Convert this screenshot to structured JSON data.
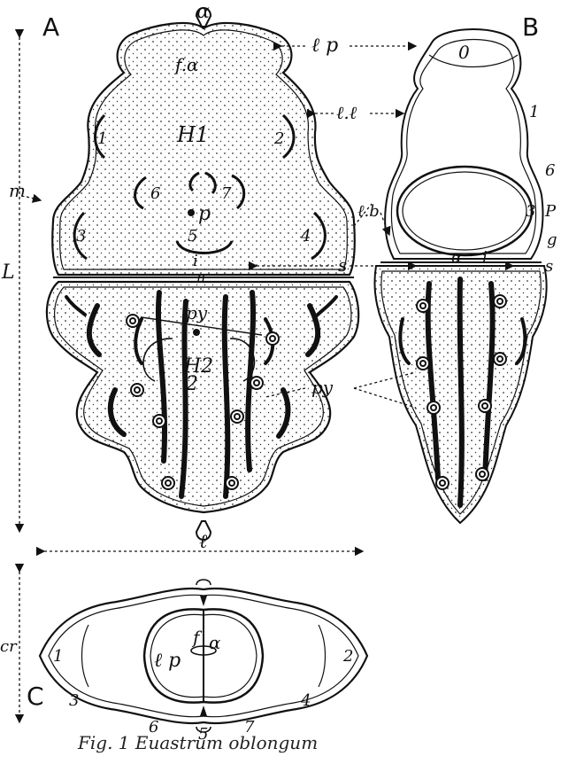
{
  "panels": {
    "a": "A",
    "b": "B",
    "c": "C"
  },
  "labels": {
    "alpha_top": "α",
    "f_alpha": "f.α",
    "H1": "H1",
    "H2": "H2",
    "h2_two": "2",
    "m": "m",
    "p": "p",
    "i": "i",
    "n": "n",
    "py": "py",
    "L": "L",
    "l": "ℓ",
    "lp": "ℓ p",
    "ll": "ℓ.ℓ",
    "lb": "ℓ.b",
    "s": "s",
    "cr": "cr",
    "alpha_c": "α",
    "f_c": "f",
    "lp_c": "ℓ p",
    "alpha_b": "α",
    "i_b": "i",
    "s_b": "s"
  },
  "lobe_numbers": {
    "a1": "1",
    "a2": "2",
    "a3": "3",
    "a4": "4",
    "a5": "5",
    "a6": "6",
    "a7": "7",
    "b0": "0",
    "b1": "1",
    "b3": "3",
    "b6": "6",
    "bp": "P",
    "bg": "g",
    "c1": "1",
    "c2": "2",
    "c3": "3",
    "c4": "4",
    "c5": "5",
    "c6": "6",
    "c7": "7"
  },
  "caption": "Fig. 1 Euastrum oblongum"
}
